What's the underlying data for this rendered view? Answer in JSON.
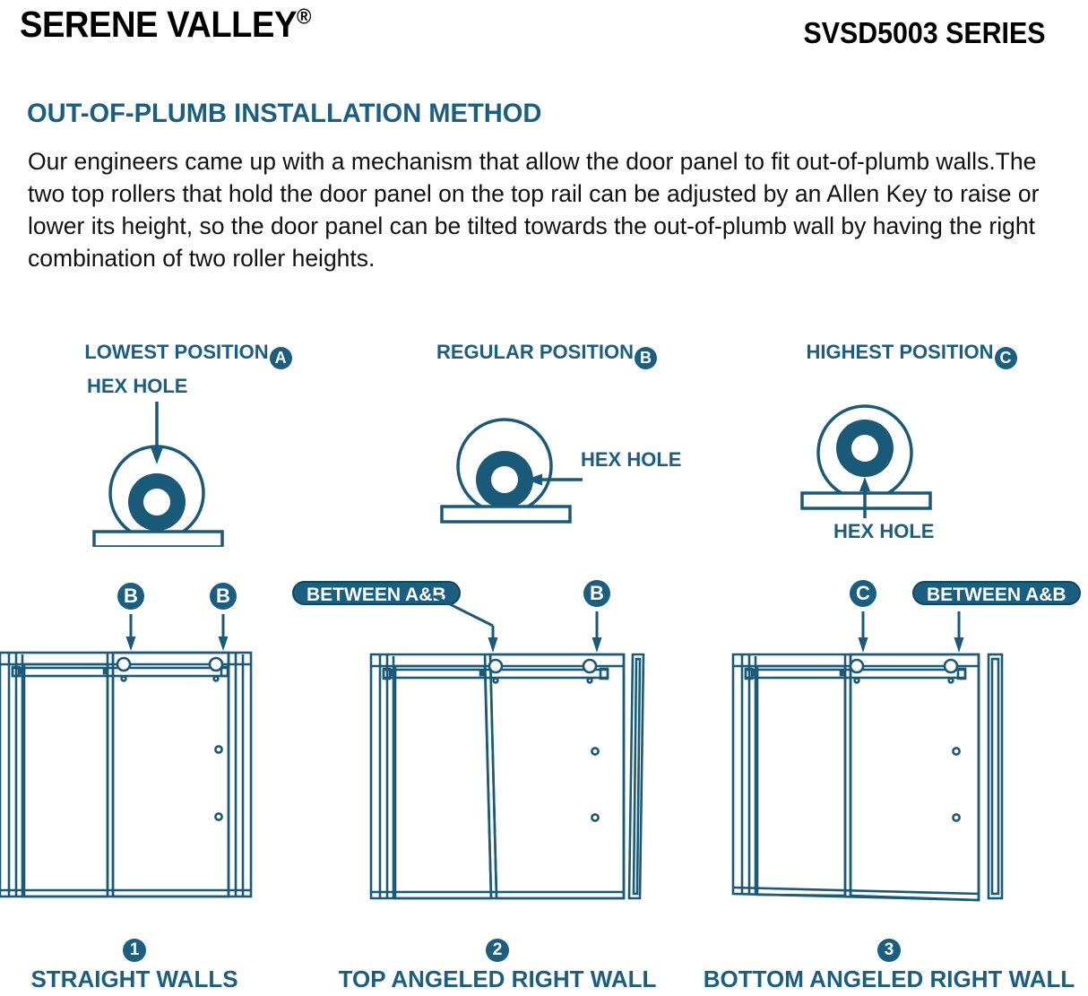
{
  "header": {
    "brand": "SERENE VALLEY",
    "brand_mark": "®",
    "series": "SVSD5003 SERIES"
  },
  "intro": {
    "title": "OUT-OF-PLUMB INSTALLATION METHOD",
    "body": "Our engineers came up with a mechanism that allow the door panel to fit out-of-plumb walls.The two top rollers that hold the door panel on the top rail can be adjusted by an Allen Key to raise or lower its height, so the door panel can be tilted towards the out-of-plumb wall by having the right combination of two roller heights."
  },
  "rollers": [
    {
      "title": "LOWEST POSITION",
      "badge": "A",
      "hex_label": "HEX HOLE",
      "arrow": "down"
    },
    {
      "title": "REGULAR POSITION",
      "badge": "B",
      "hex_label": "HEX HOLE",
      "arrow": "left"
    },
    {
      "title": "HIGHEST POSITION",
      "badge": "C",
      "hex_label": "HEX HOLE",
      "arrow": "up"
    }
  ],
  "doors": [
    {
      "number": "1",
      "caption": "STRAIGHT WALLS",
      "left_marker": "B",
      "left_marker_type": "circle",
      "right_marker": "B",
      "right_marker_type": "circle"
    },
    {
      "number": "2",
      "caption": "TOP ANGELED RIGHT WALL",
      "left_marker": "BETWEEN A&B",
      "left_marker_type": "pill",
      "right_marker": "B",
      "right_marker_type": "circle"
    },
    {
      "number": "3",
      "caption": "BOTTOM ANGELED RIGHT WALL",
      "left_marker": "C",
      "left_marker_type": "circle",
      "right_marker": "BETWEEN A&B",
      "right_marker_type": "pill"
    }
  ],
  "colors": {
    "accent": "#1a5f80",
    "line": "#1a5a79",
    "text": "#111111",
    "background": "#ffffff"
  }
}
